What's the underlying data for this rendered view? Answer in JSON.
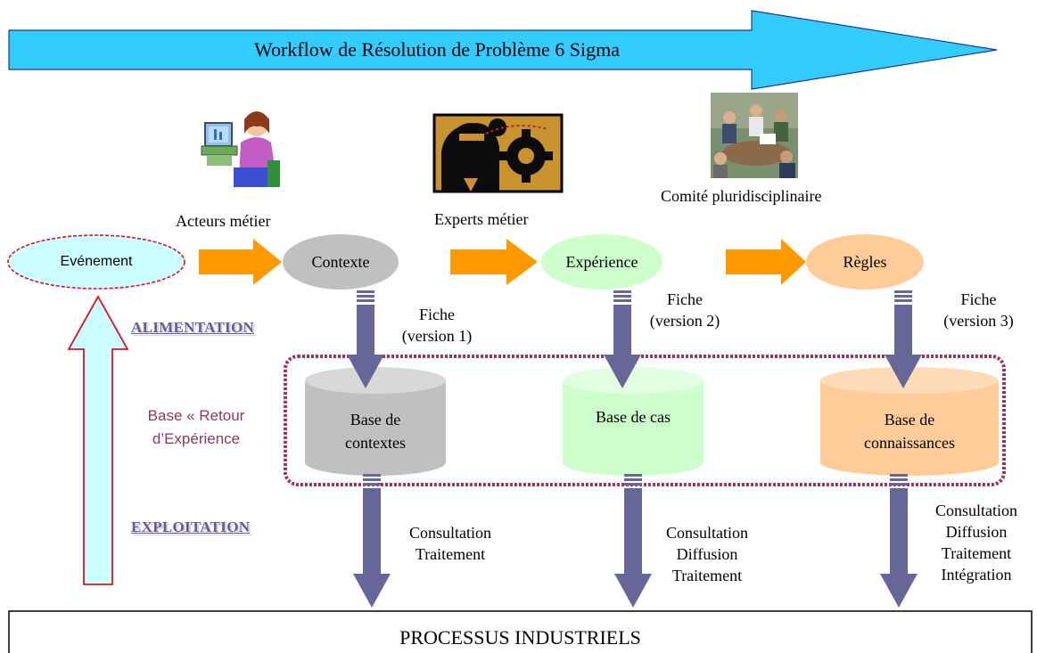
{
  "title": "Workflow de Résolution de Problème 6 Sigma",
  "actors": [
    {
      "label": "Acteurs métier"
    },
    {
      "label": "Experts métier"
    },
    {
      "label": "Comité pluridisciplinaire"
    }
  ],
  "stages": [
    {
      "label": "Evénement"
    },
    {
      "label": "Contexte"
    },
    {
      "label": "Expérience"
    },
    {
      "label": "Règles"
    }
  ],
  "fiches": [
    {
      "line1": "Fiche",
      "line2": "(version 1)"
    },
    {
      "line1": "Fiche",
      "line2": "(version 2)"
    },
    {
      "line1": "Fiche",
      "line2": "(version 3)"
    }
  ],
  "sections": {
    "alimentation": "ALIMENTATION",
    "exploitation": "EXPLOITATION",
    "retour_line1": "Base «  Retour",
    "retour_line2": "d’Expérience"
  },
  "bases": [
    {
      "line1": "Base de",
      "line2": "contextes"
    },
    {
      "line1": "Base de cas",
      "line2": ""
    },
    {
      "line1": "Base de",
      "line2": "connaissances"
    }
  ],
  "usages": [
    [
      "Consultation",
      "Traitement"
    ],
    [
      "Consultation",
      "Diffusion",
      "Traitement"
    ],
    [
      "Consultation",
      "Diffusion",
      "Traitement",
      "Intégration"
    ]
  ],
  "footer": "PROCESSUS INDUSTRIELS",
  "colors": {
    "banner": "#33ccff",
    "orange_arrow": "#ff9900",
    "down_arrow": "#666699",
    "evenement_border": "#e0101e",
    "contexte": "#c0c0c0",
    "experience": "#ccffcc",
    "regles": "#ffcc99",
    "frame": "#993366",
    "return_arrow_fill": "#ccffff",
    "return_arrow_border": "#e0101e"
  },
  "icons": [
    "person-at-computer-icon",
    "expert-gears-icon",
    "meeting-photo-icon"
  ]
}
